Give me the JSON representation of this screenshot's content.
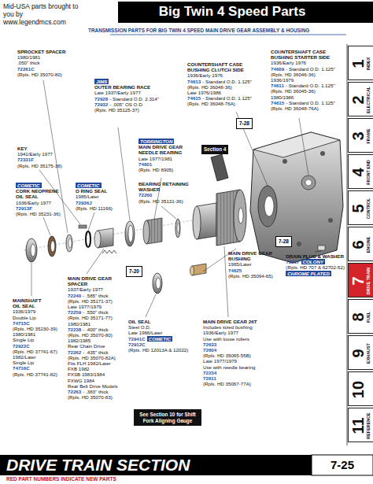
{
  "diagram": {
    "title": "Big Twin 4 Speed Parts",
    "nodes": [
      {
        "text": [
          "Section 4"
        ]
      },
      {
        "text": [
          "7-28"
        ]
      },
      {
        "text": [
          "7-20"
        ]
      },
      {
        "text": [
          "7-28"
        ]
      },
      {
        "text": [
          "See Section 10 for Shift Fork Aligning Gauge"
        ]
      },
      {
        "text": [
          "1",
          "INDEX"
        ]
      },
      {
        "text": [
          "2",
          "ELECTRICAL"
        ]
      },
      {
        "text": [
          "3",
          "FRAME"
        ]
      },
      {
        "text": [
          "4",
          "FRONT END"
        ]
      },
      {
        "text": [
          "5",
          "CONTROL"
        ]
      },
      {
        "text": [
          "6",
          "ENGINE"
        ]
      },
      {
        "text": [
          "7",
          "DRIVE TRAIN"
        ]
      },
      {
        "text": [
          "8",
          "FUEL"
        ]
      },
      {
        "text": [
          "9",
          "EXHAUST"
        ]
      },
      {
        "text": [
          "10"
        ]
      },
      {
        "text": [
          "11",
          "REFERENCE"
        ]
      }
    ],
    "labels": [
      "Mid-USA parts brought to you by www.legendmcs.com",
      "TRANSMISSION PARTS FOR BIG TWIN 4 SPEED MAIN DRIVE GEAR ASSEMBLY & HOUSING",
      "SPROCKET SPACER",
      "1980/1981",
      ".050\" thick",
      "72261C",
      "(Rpls. HD 35070-80)",
      "JIMS",
      "OUTER BEARING RACE",
      "Late 1937/Early 1977",
      "72928",
      "- Standard O.D. 2.314\"",
      "72932",
      "- .005\" OS O.D.",
      "(Rpls. HD 35125-37)",
      "COUNTERSHAFT CASE",
      "BUSHING CLUTCH SIDE",
      "1936/Early 1976",
      "74613",
      "- Standard O.D. 1.125\"",
      "(Rpls. HD 36048-36)",
      "Late 1976/1986",
      "74615",
      "- Standard O.D. 1.125\"",
      "(Rpls. HD 36048-76A)",
      "COUNTERSHAFT CASE",
      "BUSHING STARTER SIDE",
      "1936/Early 1976",
      "74609",
      "- Standard O.D. 1.125\"",
      "(Rpls. HD 36046-36)",
      "1936/1979",
      "74611",
      "- Standard O.D. 1.125\"",
      "(Rpls. HD 36045-36)",
      "1980/1986",
      "74615",
      "- Standard O.D. 1.125\"",
      "(Rpls. HD 36048-76A)",
      "KEY",
      "1941/Early 1977",
      "72331F",
      "(Rpls. HD 35175-38)",
      "TORRINGTON",
      "MAIN DRIVE GEAR",
      "NEEDLE BEARING",
      "Late 1977/1981",
      "74601",
      "(Rpls. HD 8905)",
      "COMETIC",
      "CORK NEOPRENE",
      "OIL SEAL",
      "1936/Early 1977",
      "72913F",
      "(Rpls. HD 35231-36)",
      "COMETIC",
      "O RING SEAL",
      "1985/Later",
      "72936J",
      "(Rpls. HD 11166)",
      "BEARING RETAINING",
      "WASHER",
      "72260",
      "(Rpls. HD 35131-36)",
      "MAINSHAFT",
      "OIL SEAL",
      "1936/1979",
      "Double Lip",
      "74715C",
      "(Rpls. HD 35230-39)",
      "1980/1981",
      "Single Lip",
      "72922C",
      "(Rpls. HD 37741-67)",
      "1982/Later",
      "Single Lip",
      "74716C",
      "(Rpls. HD 37741-82)",
      "MAIN DRIVE GEAR",
      "SPACER",
      "1937/Early 1977",
      "72240",
      "- .585\" thick",
      "(Rpls. HD 35171-37)",
      "Late 1977/1979",
      "72259",
      "- .550\" thick",
      "(Rpls. HD 35171-77)",
      "1980/1981",
      "72238",
      "- .400\" thick",
      "(Rpls. HD 35070-80)",
      "1982/1985",
      "Rear Chain Drive",
      "72262",
      "- .435\" thick",
      "(Rpls. HD 35070-82A)",
      "Fits FLH 1982/Later",
      "FXB 1982",
      "FXSB 1983/1984",
      "FXWG 1984",
      "Rear Belt Drive Models",
      "72263",
      "- .383\" thick",
      "(Rpls. HD 35070-83)",
      "OIL SEAL",
      "Steel O.D.",
      "Late 1966/Later",
      "72941C",
      "COMETIC",
      "72912C",
      "(Rpls. HD 12013A & 12022)",
      "MAIN DRIVE GEAR",
      "BUSHING",
      "1965/Later",
      "74625",
      "(Rpls. HD 35094-65)",
      "DRAIN PLUG & WASHER",
      "72217",
      "COLONY",
      "(Rpls. HD 707 & 62702-52)",
      "CHROME PLATED",
      "MAIN DRIVE GEAR 26T",
      "Includes sized bushing",
      "1936/Early 1977",
      "Use with loose rollers",
      "72633",
      "72604",
      "(Rpls. HD 35065-55B)",
      "Late 1977/1979",
      "Use with needle bearing",
      "72234",
      "72611",
      "(Rpls. HD 35067-77A)",
      "DRIVE TRAIN SECTION",
      "RED PART NUMBERS INDICATE NEW PARTS",
      "7-25"
    ]
  }
}
